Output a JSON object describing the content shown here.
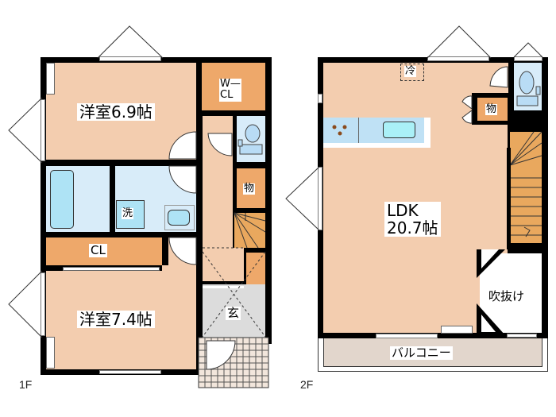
{
  "floors": [
    {
      "id": "1F",
      "label": "1F",
      "rooms": [
        {
          "name": "western-room-1",
          "label": "洋室6.9帖"
        },
        {
          "name": "walk-in-closet",
          "label_line1": "W—",
          "label_line2": "CL"
        },
        {
          "name": "washroom",
          "label": "洗"
        },
        {
          "name": "closet",
          "label": "CL"
        },
        {
          "name": "western-room-2",
          "label": "洋室7.4帖"
        },
        {
          "name": "storage",
          "label": "物"
        },
        {
          "name": "entrance",
          "label": "玄"
        }
      ]
    },
    {
      "id": "2F",
      "label": "2F",
      "rooms": [
        {
          "name": "ldk",
          "label_line1": "LDK",
          "label_line2": "20.7帖"
        },
        {
          "name": "refrigerator",
          "label": "冷"
        },
        {
          "name": "storage",
          "label": "物"
        },
        {
          "name": "atrium",
          "label": "吹抜け"
        },
        {
          "name": "balcony",
          "label": "バルコニー"
        }
      ]
    }
  ],
  "colors": {
    "room": "#f3cdaf",
    "storage": "#eea86a",
    "wet_area": "#d8ecf9",
    "entrance": "#dcdcdc",
    "balcony": "#e2d6cc",
    "wall": "#000000"
  }
}
